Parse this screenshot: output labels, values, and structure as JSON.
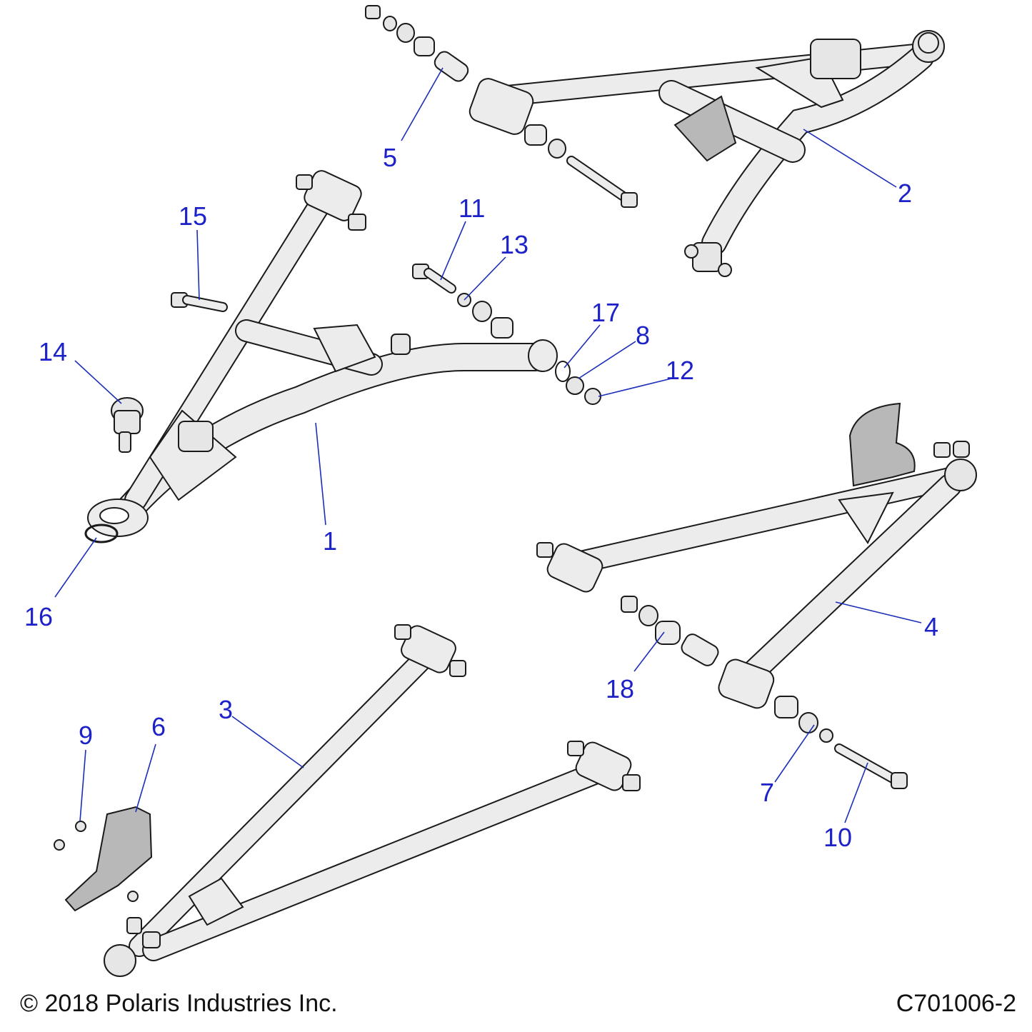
{
  "callouts": {
    "c1": "1",
    "c2": "2",
    "c3": "3",
    "c4": "4",
    "c5": "5",
    "c6": "6",
    "c7": "7",
    "c8": "8",
    "c9": "9",
    "c10": "10",
    "c11": "11",
    "c12": "12",
    "c13": "13",
    "c14": "14",
    "c15": "15",
    "c16": "16",
    "c17": "17",
    "c18": "18"
  },
  "footer": {
    "copyright": "© 2018 Polaris Industries Inc.",
    "drawing_number": "C701006-2"
  },
  "colors": {
    "callout": "#1c22c8",
    "leader": "#1c2fb8",
    "tube_fill": "#ececec",
    "plate_fill": "#b8b8b8",
    "outline": "#1a1a1a"
  }
}
